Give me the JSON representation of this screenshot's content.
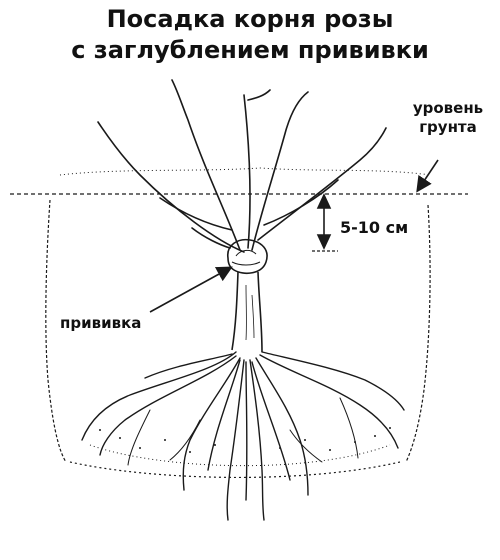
{
  "title": {
    "line1": "Посадка корня розы",
    "line2": "с заглублением прививки"
  },
  "labels": {
    "soil_level_line1": "уровень",
    "soil_level_line2": "грунта",
    "depth": "5-10 см",
    "graft": "прививка"
  },
  "colors": {
    "ink": "#1a1a1a",
    "background": "#ffffff"
  }
}
